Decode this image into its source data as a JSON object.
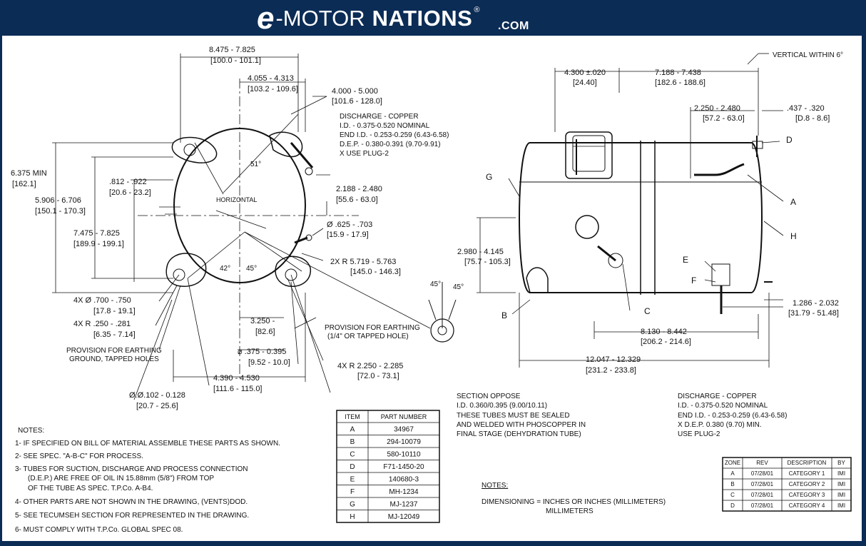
{
  "logo": {
    "e": "e",
    "motor": "-MOTOR",
    "nations": "NATIONS",
    "reg": "®",
    "com": ".COM"
  },
  "left": {
    "dim_8475": "8.475 - 7.825",
    "dim_8475_mm": "[100.0 - 101.1]",
    "dim_4055": "4.055 - 4.313",
    "dim_4055_mm": "[103.2 - 109.6]",
    "dim_4000": "4.000 - 5.000",
    "dim_4000_mm": "[101.6 - 128.0]",
    "discharge_title": "DISCHARGE - COPPER",
    "discharge_1": "I.D. - 0.375-0.520 NOMINAL",
    "discharge_2": "END I.D. - 0.253-0.259 (6.43-6.58)",
    "discharge_3": "D.E.P. - 0.380-0.391 (9.70-9.91)",
    "discharge_4": "X USE PLUG-2",
    "dim_6375": "6.375 MIN",
    "dim_6375_mm": "[162.1]",
    "dim_5906": "5.906 - 6.706",
    "dim_5906_mm": "[150.1 - 170.3]",
    "dim_7475": "7.475 - 7.825",
    "dim_7475_mm": "[189.9 - 199.1]",
    "dim_812": ".812 - .922",
    "dim_812_mm": "[20.6 - 23.2]",
    "angle_51": "51°",
    "horizontal": "HORIZONTAL",
    "dim_2188": "2.188 - 2.480",
    "dim_2188_mm": "[55.6 - 63.0]",
    "dim_625": "Ø .625 - .703",
    "dim_625_mm": "[15.9 - 17.9]",
    "dim_2xr": "2X R 5.719 - 5.763",
    "dim_2xr_mm": "[145.0 - 146.3]",
    "angle_42": "42°",
    "angle_45": "45°",
    "dim_4x_dia": "4X Ø .700 - .750",
    "dim_4x_dia_mm": "[17.8 - 19.1]",
    "dim_4x_r": "4X R .250 - .281",
    "dim_4x_r_mm": "[6.35 - 7.14]",
    "dim_3250": "3.250 -",
    "dim_3250_mm": "[82.6]",
    "earth_1": "PROVISION FOR EARTHING",
    "earth_2": "(1/4\" OR TAPPED HOLE)",
    "earth_b1": "PROVISION FOR EARTHING",
    "earth_b2": "GROUND, TAPPED HOLES",
    "dim_375": "⌀ .375 - 0.395",
    "dim_375_mm": "[9.52 - 10.0]",
    "dim_4xr2": "4X R 2.250 - 2.285",
    "dim_4xr2_mm": "[72.0 - 73.1]",
    "dim_4390": "4.390 - 4.530",
    "dim_4390_mm": "[111.6 - 115.0]",
    "dim_0102": "Ø.Ø.102 - 0.128",
    "dim_0102_mm": "[20.7 - 25.6]",
    "detail_45a": "45°",
    "detail_45b": "45°"
  },
  "right": {
    "vertical": "VERTICAL WITHIN 6°",
    "dim_4300": "4.300 ±.020",
    "dim_4300_mm": "[24.40]",
    "dim_7188": "7.188 - 7.438",
    "dim_7188_mm": "[182.6 - 188.6]",
    "dim_2250": "2.250 - 2.480",
    "dim_2250_mm": "[57.2 - 63.0]",
    "dim_437": ".437 - .320",
    "dim_437_mm": "[D.8 - 8.6]",
    "label_D": "D",
    "label_G": "G",
    "label_A": "A",
    "label_H": "H",
    "label_E": "E",
    "label_F": "F",
    "label_B": "B",
    "label_C": "C",
    "dim_2980": "2.980 - 4.145",
    "dim_2980_mm": "[75.7 - 105.3]",
    "dim_1286": "1.286 - 2.032",
    "dim_1286_mm": "[31.79 - 51.48]",
    "dim_8130": "8.130 - 8.442",
    "dim_8130_mm": "[206.2 - 214.6]",
    "dim_12047": "12.047 - 12.329",
    "dim_12047_mm": "[231.2 - 233.8]"
  },
  "section_note": [
    "SECTION OPPOSE",
    "I.D. 0.360/0.395 (9.00/10.11)",
    "THESE TUBES MUST BE SEALED",
    "AND WELDED WITH PHOSCOPPER IN",
    "FINAL STAGE (DEHYDRATION TUBE)"
  ],
  "discharge_note": [
    "DISCHARGE - COPPER",
    "I.D. - 0.375-0.520 NOMINAL",
    "END I.D. - 0.253-0.259 (6.43-6.58)",
    "X D.E.P. 0.380 (9.70) MIN.",
    "USE PLUG-2"
  ],
  "notes": {
    "title": "NOTES:",
    "items": [
      "1- IF SPECIFIED ON BILL OF MATERIAL ASSEMBLE THESE PARTS AS SHOWN.",
      "2- SEE SPEC. \"A-B-C\" FOR PROCESS.",
      "3- TUBES FOR SUCTION, DISCHARGE AND PROCESS CONNECTION",
      "(D.E.P.) ARE FREE OF OIL IN 15.88mm (5/8\") FROM TOP",
      "OF THE TUBE AS SPEC. T.P.Co. A-B4.",
      "4- OTHER PARTS ARE NOT SHOWN IN THE DRAWING, (VENTS)DOD.",
      "5- SEE TECUMSEH SECTION FOR REPRESENTED IN THE DRAWING.",
      "6- MUST COMPLY WITH T.P.Co. GLOBAL SPEC 08."
    ]
  },
  "dim_note": {
    "title": "NOTES:",
    "line1": "DIMENSIONING = INCHES OR INCHES (MILLIMETERS)",
    "line2": "MILLIMETERS"
  },
  "parts_table": {
    "headers": [
      "ITEM",
      "PART NUMBER"
    ],
    "rows": [
      [
        "A",
        "34967"
      ],
      [
        "B",
        "294-10079"
      ],
      [
        "C",
        "580-10110"
      ],
      [
        "D",
        "F71-1450-20"
      ],
      [
        "E",
        "140680-3"
      ],
      [
        "F",
        "MH-1234"
      ],
      [
        "G",
        "MJ-1237"
      ],
      [
        "H",
        "MJ-12049"
      ]
    ]
  },
  "rev_table": {
    "headers": [
      "ZONE",
      "REV",
      "DESCRIPTION",
      "BY"
    ],
    "rows": [
      [
        "A",
        "07/28/01",
        "CATEGORY 1",
        "IMI"
      ],
      [
        "B",
        "07/28/01",
        "CATEGORY 2",
        "IMI"
      ],
      [
        "C",
        "07/28/01",
        "CATEGORY 3",
        "IMI"
      ],
      [
        "D",
        "07/28/01",
        "CATEGORY 4",
        "IMI"
      ]
    ]
  }
}
